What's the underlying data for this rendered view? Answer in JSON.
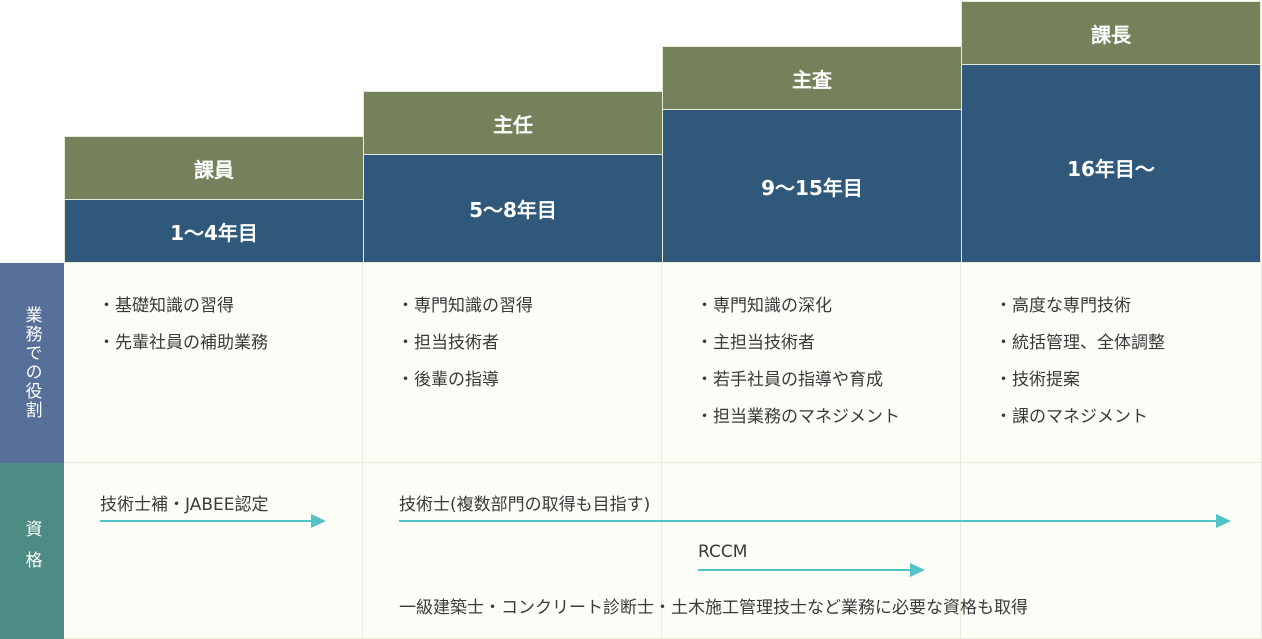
{
  "levels": [
    {
      "title": "課員",
      "years": "1〜4年目",
      "roles": [
        "・基礎知識の習得",
        "・先輩社員の補助業務"
      ]
    },
    {
      "title": "主任",
      "years": "5〜8年目",
      "roles": [
        "・専門知識の習得",
        "・担当技術者",
        "・後輩の指導"
      ]
    },
    {
      "title": "主査",
      "years": "9〜15年目",
      "roles": [
        "・専門知識の深化",
        "・主担当技術者",
        "・若手社員の指導や育成",
        "・担当業務のマネジメント"
      ]
    },
    {
      "title": "課長",
      "years": "16年目〜",
      "roles": [
        "・高度な専門技術",
        "・統括管理、全体調整",
        "・技術提案",
        "・課のマネジメント"
      ]
    }
  ],
  "row_labels": {
    "roles": "業務での役割",
    "qualifications": "資格"
  },
  "qualifications": {
    "jabee": "技術士補・JABEE認定",
    "pe": "技術士(複数部門の取得も目指す)",
    "rccm": "RCCM",
    "others": "一級建築士・コンクリート診断士・土木施工管理技士など業務に必要な資格も取得"
  },
  "colors": {
    "title_bg": "#75815a",
    "years_bg": "#2f587a",
    "role_label_bg": "#56709a",
    "qual_label_bg": "#4d8c84",
    "arrow": "#4fc3c8"
  }
}
